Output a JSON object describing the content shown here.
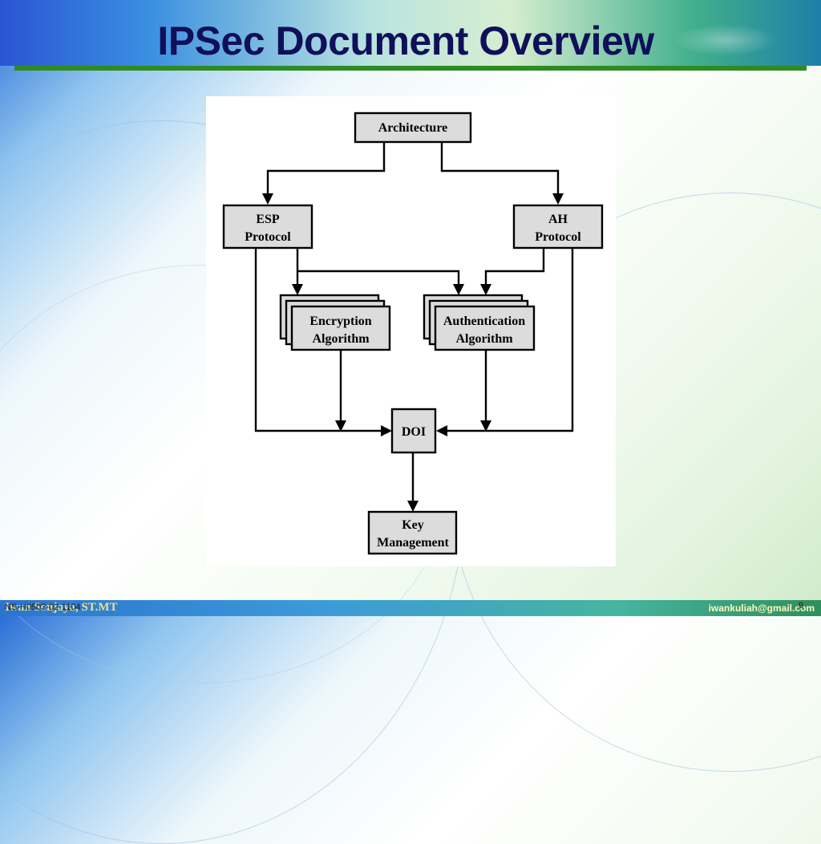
{
  "slide": {
    "title": "IPSec Document Overview"
  },
  "diagram": {
    "nodes": {
      "architecture": [
        "Architecture"
      ],
      "esp": [
        "ESP",
        "Protocol"
      ],
      "ah": [
        "AH",
        "Protocol"
      ],
      "encryption": [
        "Encryption",
        "Algorithm"
      ],
      "authentication": [
        "Authentication",
        "Algorithm"
      ],
      "doi": [
        "DOI"
      ],
      "key_management": [
        "Key",
        "Management"
      ]
    }
  },
  "footer": {
    "author": "Iwan Sonjaya, ST.MT",
    "code": "NS-H0503-02-1104",
    "email": "iwankuliah@gmail.com",
    "page": "9"
  },
  "colors": {
    "title": "#10105a",
    "underline": "#2e8b22",
    "node_fill": "#dcdcdc"
  }
}
